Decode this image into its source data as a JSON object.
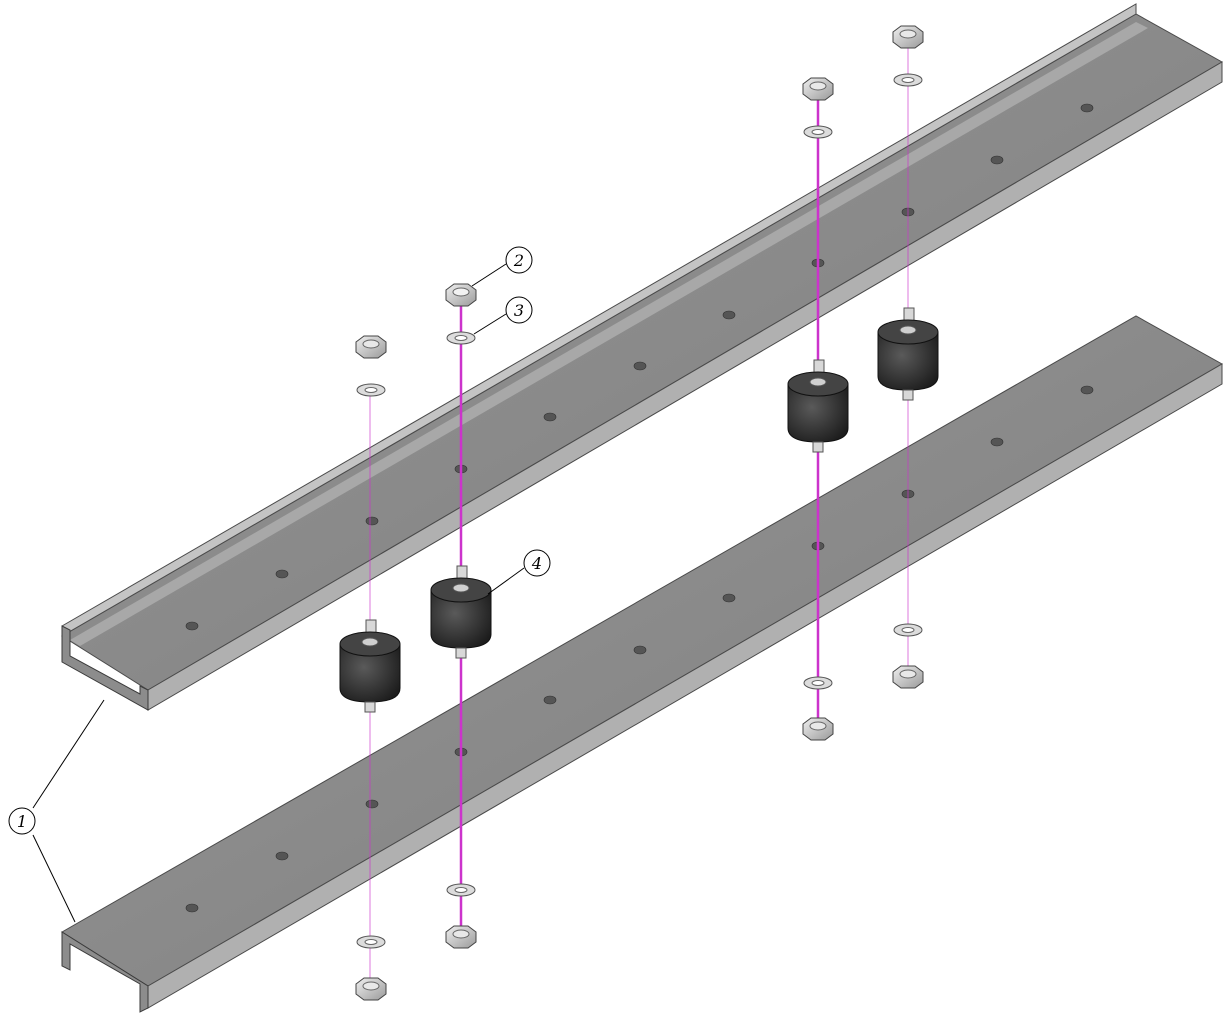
{
  "diagram": {
    "type": "exploded-assembly",
    "callouts": [
      {
        "id": "callout-1",
        "label": "1"
      },
      {
        "id": "callout-2",
        "label": "2"
      },
      {
        "id": "callout-3",
        "label": "3"
      },
      {
        "id": "callout-4",
        "label": "4"
      }
    ],
    "colors": {
      "channel_web": "#8a8a8a",
      "channel_web_dark": "#6e6e6e",
      "channel_flange": "#b4b4b4",
      "channel_edge": "#4a4a4a",
      "mount_rubber": "#2a2a2a",
      "stud": "#cfcfcf",
      "nut": "#c8c8c8",
      "axis_line": "#cc33cc"
    }
  }
}
